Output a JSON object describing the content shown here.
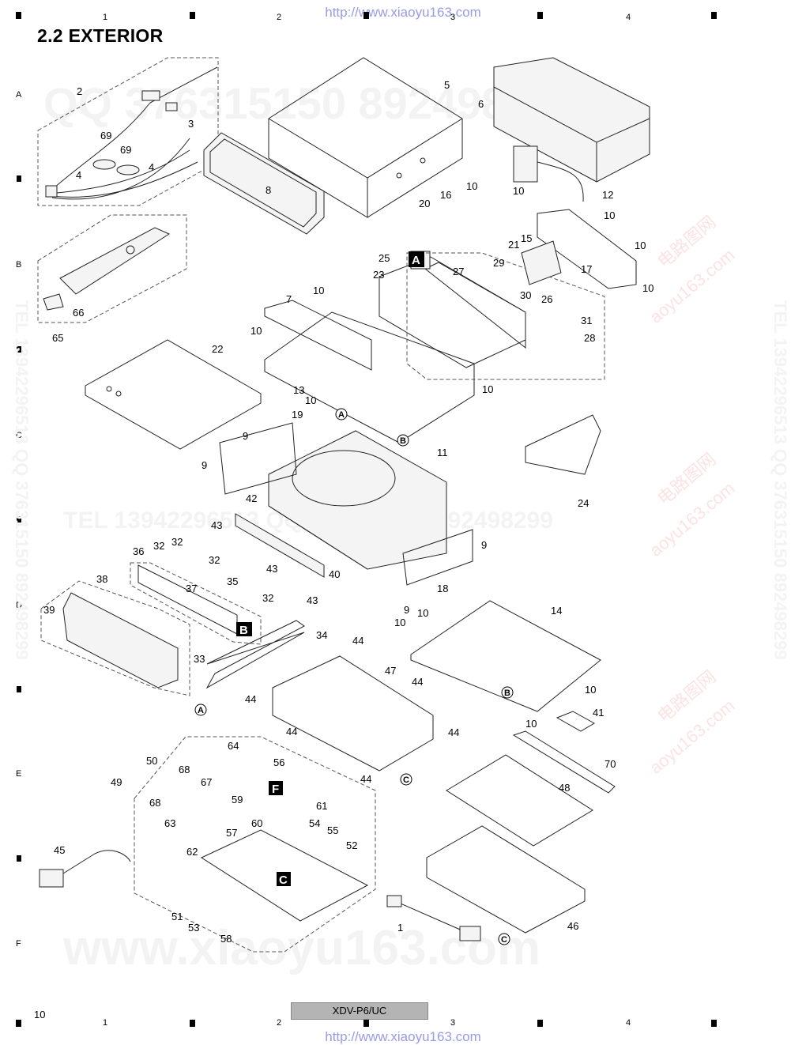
{
  "header": {
    "watermark_url": "http://www.xiaoyu163.com",
    "section_title": "2.2  EXTERIOR",
    "column_numbers": [
      "1",
      "2",
      "3",
      "4"
    ],
    "row_letters": [
      "A",
      "B",
      "C",
      "D",
      "E",
      "F"
    ]
  },
  "footer": {
    "page_number": "10",
    "model_name": "XDV-P6/UC",
    "watermark_url": "http://www.xiaoyu163.com",
    "column_numbers": [
      "1",
      "2",
      "3",
      "4"
    ]
  },
  "watermarks": {
    "qq_top": "QQ 376315150   892498299",
    "tel_mid": "TEL  13942296513   QQ  376315150  892498299",
    "site_bottom": "www.xiaoyu163.com",
    "vertical_right": "TEL 13942296513 QQ 376315150 892498299",
    "vertical_left": "TEL 13942296513 QQ 376315150 892498299",
    "red_cn": "电路图网",
    "red_site": "aoyu163.com"
  },
  "sub_assembly_markers": [
    "A",
    "B",
    "C",
    "F"
  ],
  "reference_circles": [
    "A",
    "B",
    "C"
  ],
  "part_labels": [
    {
      "id": "p2",
      "text": "2"
    },
    {
      "id": "p3",
      "text": "3"
    },
    {
      "id": "p69a",
      "text": "69"
    },
    {
      "id": "p69b",
      "text": "69"
    },
    {
      "id": "p4a",
      "text": "4"
    },
    {
      "id": "p4b",
      "text": "4"
    },
    {
      "id": "p5",
      "text": "5"
    },
    {
      "id": "p6",
      "text": "6"
    },
    {
      "id": "p8",
      "text": "8"
    },
    {
      "id": "p12",
      "text": "12"
    },
    {
      "id": "p10a",
      "text": "10"
    },
    {
      "id": "p10b",
      "text": "10"
    },
    {
      "id": "p16",
      "text": "16"
    },
    {
      "id": "p20",
      "text": "20"
    },
    {
      "id": "p10c",
      "text": "10"
    },
    {
      "id": "p10d",
      "text": "10"
    },
    {
      "id": "p10e",
      "text": "10"
    },
    {
      "id": "p21",
      "text": "21"
    },
    {
      "id": "p15",
      "text": "15"
    },
    {
      "id": "p17",
      "text": "17"
    },
    {
      "id": "p25",
      "text": "25"
    },
    {
      "id": "p23",
      "text": "23"
    },
    {
      "id": "p27",
      "text": "27"
    },
    {
      "id": "p29",
      "text": "29"
    },
    {
      "id": "p30",
      "text": "30"
    },
    {
      "id": "p26",
      "text": "26"
    },
    {
      "id": "p31",
      "text": "31"
    },
    {
      "id": "p28",
      "text": "28"
    },
    {
      "id": "p66",
      "text": "66"
    },
    {
      "id": "p65",
      "text": "65"
    },
    {
      "id": "p7",
      "text": "7"
    },
    {
      "id": "p10f",
      "text": "10"
    },
    {
      "id": "p10g",
      "text": "10"
    },
    {
      "id": "p22",
      "text": "22"
    },
    {
      "id": "p13",
      "text": "13"
    },
    {
      "id": "p10h",
      "text": "10"
    },
    {
      "id": "p10i",
      "text": "10"
    },
    {
      "id": "p19",
      "text": "19"
    },
    {
      "id": "p9a",
      "text": "9"
    },
    {
      "id": "p9b",
      "text": "9"
    },
    {
      "id": "p11",
      "text": "11"
    },
    {
      "id": "p24",
      "text": "24"
    },
    {
      "id": "p42",
      "text": "42"
    },
    {
      "id": "p43a",
      "text": "43"
    },
    {
      "id": "p36",
      "text": "36"
    },
    {
      "id": "p32a",
      "text": "32"
    },
    {
      "id": "p32b",
      "text": "32"
    },
    {
      "id": "p32c",
      "text": "32"
    },
    {
      "id": "p35",
      "text": "35"
    },
    {
      "id": "p43b",
      "text": "43"
    },
    {
      "id": "p40",
      "text": "40"
    },
    {
      "id": "p38",
      "text": "38"
    },
    {
      "id": "p37",
      "text": "37"
    },
    {
      "id": "p32d",
      "text": "32"
    },
    {
      "id": "p43c",
      "text": "43"
    },
    {
      "id": "p39",
      "text": "39"
    },
    {
      "id": "p9c",
      "text": "9"
    },
    {
      "id": "p18",
      "text": "18"
    },
    {
      "id": "p9d",
      "text": "9"
    },
    {
      "id": "p14",
      "text": "14"
    },
    {
      "id": "p10j",
      "text": "10"
    },
    {
      "id": "p10k",
      "text": "10"
    },
    {
      "id": "p34",
      "text": "34"
    },
    {
      "id": "p33",
      "text": "33"
    },
    {
      "id": "p44a",
      "text": "44"
    },
    {
      "id": "p47",
      "text": "47"
    },
    {
      "id": "p44b",
      "text": "44"
    },
    {
      "id": "p44c",
      "text": "44"
    },
    {
      "id": "p10l",
      "text": "10"
    },
    {
      "id": "p10m",
      "text": "10"
    },
    {
      "id": "p41",
      "text": "41"
    },
    {
      "id": "p44d",
      "text": "44"
    },
    {
      "id": "p44e",
      "text": "44"
    },
    {
      "id": "p64",
      "text": "64"
    },
    {
      "id": "p56",
      "text": "56"
    },
    {
      "id": "p70",
      "text": "70"
    },
    {
      "id": "p50",
      "text": "50"
    },
    {
      "id": "p68a",
      "text": "68"
    },
    {
      "id": "p49",
      "text": "49"
    },
    {
      "id": "p67",
      "text": "67"
    },
    {
      "id": "p59",
      "text": "59"
    },
    {
      "id": "p44f",
      "text": "44"
    },
    {
      "id": "p48",
      "text": "48"
    },
    {
      "id": "p68b",
      "text": "68"
    },
    {
      "id": "p61",
      "text": "61"
    },
    {
      "id": "p63",
      "text": "63"
    },
    {
      "id": "p57",
      "text": "57"
    },
    {
      "id": "p60",
      "text": "60"
    },
    {
      "id": "p54",
      "text": "54"
    },
    {
      "id": "p55",
      "text": "55"
    },
    {
      "id": "p45",
      "text": "45"
    },
    {
      "id": "p52",
      "text": "52"
    },
    {
      "id": "p62",
      "text": "62"
    },
    {
      "id": "p51",
      "text": "51"
    },
    {
      "id": "p53",
      "text": "53"
    },
    {
      "id": "p58",
      "text": "58"
    },
    {
      "id": "p1",
      "text": "1"
    },
    {
      "id": "p46",
      "text": "46"
    }
  ]
}
